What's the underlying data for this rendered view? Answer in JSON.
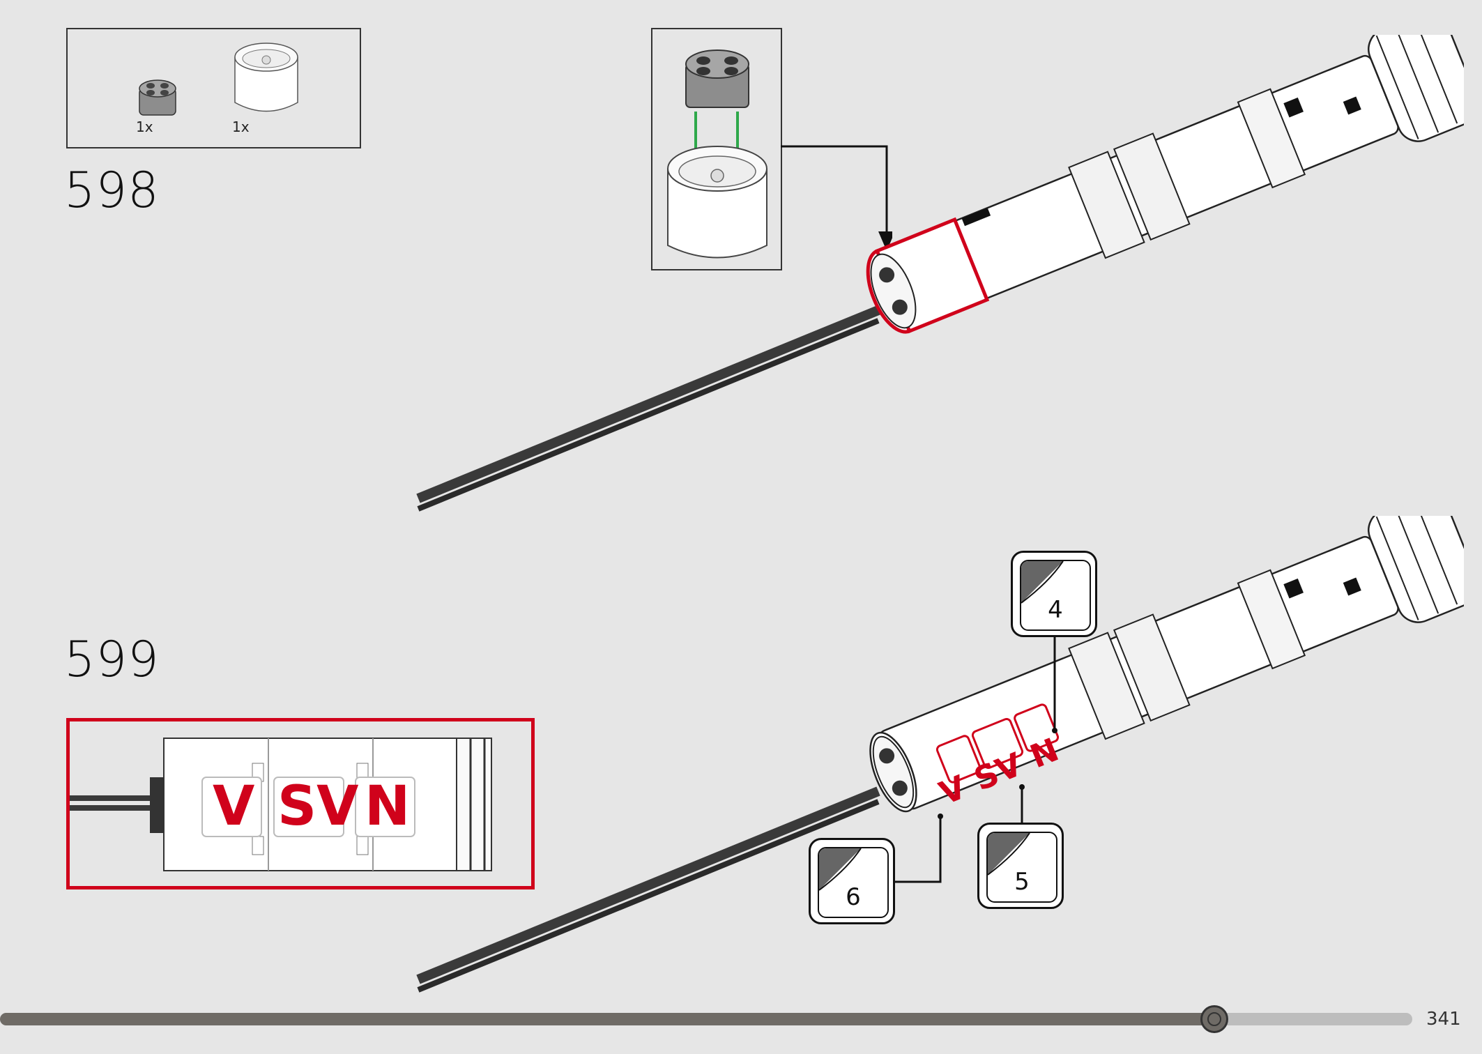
{
  "parts_list": {
    "items": [
      {
        "name": "round-brick-2x2-gray",
        "qty": "1x"
      },
      {
        "name": "round-brick-2x2-white",
        "qty": "1x"
      }
    ]
  },
  "steps": [
    {
      "number": "598"
    },
    {
      "number": "599"
    }
  ],
  "stickers": [
    {
      "number": "4"
    },
    {
      "number": "5"
    },
    {
      "number": "6"
    }
  ],
  "decal_letters": [
    "V",
    "SV",
    "N"
  ],
  "progress": {
    "fraction": 0.86
  },
  "page": {
    "number": "341"
  },
  "colors": {
    "highlight": "#d0021b",
    "arrow_green": "#2ea84a",
    "rod": "#3a3a3a",
    "progress_track": "#6f6b66",
    "progress_rest": "#bdbdbd",
    "background": "#e6e6e6"
  }
}
